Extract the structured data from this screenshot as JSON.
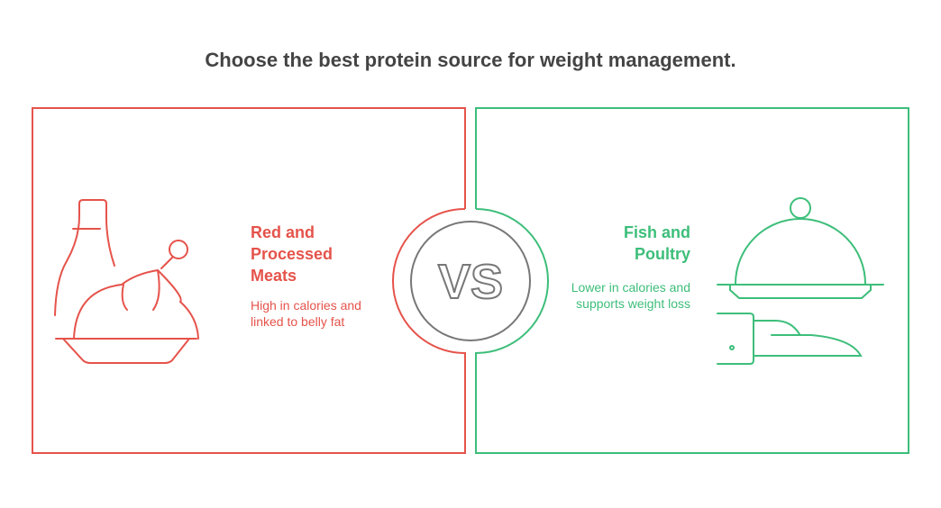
{
  "title": "Choose the best protein source for weight management.",
  "left": {
    "heading": "Red and Processed Meats",
    "description": "High in calories and linked to belly fat",
    "color": "#E5534B",
    "icon": "chicken-platter-icon"
  },
  "right": {
    "heading": "Fish and Poultry",
    "description": "Lower in calories and supports weight loss",
    "color": "#3DBE7A",
    "icon": "serving-cloche-icon"
  },
  "vs_label": "VS"
}
